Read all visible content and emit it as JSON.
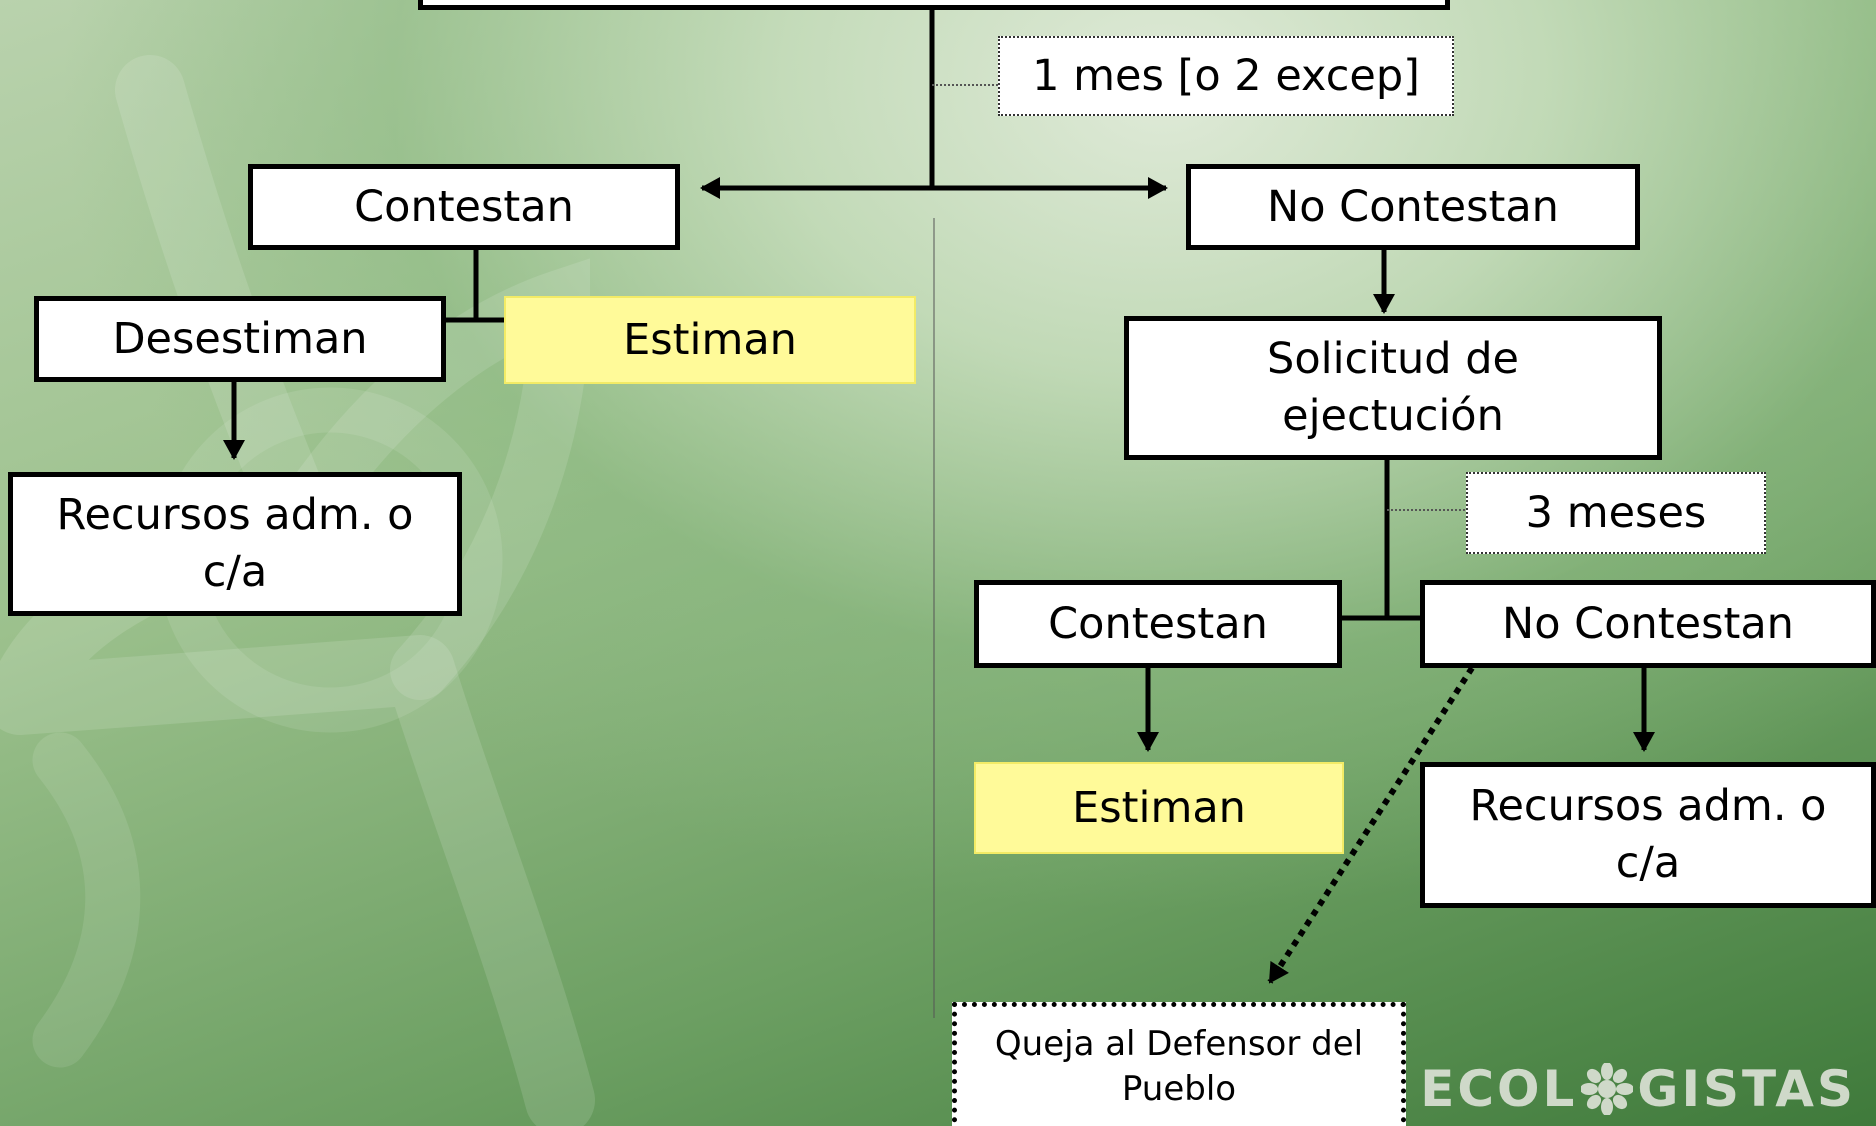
{
  "nodes": {
    "deadline1": "1 mes [o 2 excep]",
    "left_contestan": "Contestan",
    "right_no_contestan": "No Contestan",
    "desestiman": "Desestiman",
    "estiman_top": "Estiman",
    "recursos_left": "Recursos adm. o c/a",
    "solicitud": "Solicitud de ejectución",
    "deadline2": "3 meses",
    "sub_contestan": "Contestan",
    "sub_no_contestan": "No Contestan",
    "estiman_bottom": "Estiman",
    "recursos_right": "Recursos adm. o c/a",
    "queja": "Queja al Defensor del Pueblo"
  },
  "logo": {
    "left": "ECOL",
    "right": "GISTAS",
    "mark": "flower-emblem-icon"
  },
  "colors": {
    "box_fill": "#ffffff",
    "highlight_fill": "#fffa99",
    "line": "#000000"
  }
}
